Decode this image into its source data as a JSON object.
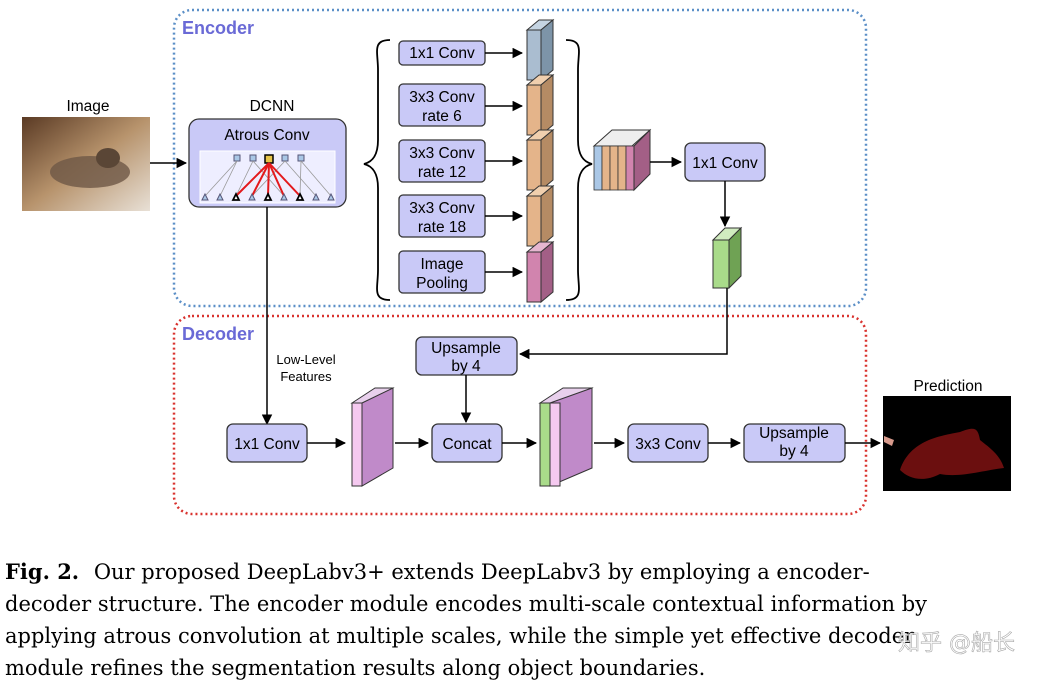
{
  "sections": {
    "encoder": "Encoder",
    "decoder": "Decoder"
  },
  "labels": {
    "image": "Image",
    "dcnn": "DCNN",
    "atrous_conv": "Atrous Conv",
    "prediction": "Prediction",
    "low_level_1": "Low-Level",
    "low_level_2": "Features"
  },
  "aspp": [
    {
      "line1": "1x1 Conv",
      "line2": ""
    },
    {
      "line1": "3x3 Conv",
      "line2": "rate 6"
    },
    {
      "line1": "3x3 Conv",
      "line2": "rate 12"
    },
    {
      "line1": "3x3 Conv",
      "line2": "rate 18"
    },
    {
      "line1": "Image",
      "line2": "Pooling"
    }
  ],
  "encoder_out": "1x1 Conv",
  "decoder": {
    "upsample_top_1": "Upsample",
    "upsample_top_2": "by 4",
    "conv1x1": "1x1 Conv",
    "concat": "Concat",
    "conv3x3": "3x3 Conv",
    "upsample_1": "Upsample",
    "upsample_2": "by 4"
  },
  "caption": {
    "lead": "Fig. 2.",
    "line1": "Our proposed DeepLabv3+ extends DeepLabv3 by employing a encoder-",
    "line2": "decoder structure. The encoder module encodes multi-scale contextual information by",
    "line3": "applying atrous convolution at multiple scales, while the simple yet effective decoder",
    "line4": "module refines the segmentation results along object boundaries.",
    "watermark": "知乎 @船长"
  },
  "colors": {
    "encoder_border": "#5b8fc7",
    "decoder_border": "#d9332f",
    "section_title": "#6a6ad6",
    "box_fill": "#c9c9f7",
    "cube_blue": "#aabdd0",
    "cube_orange": "#e4b48a",
    "cube_pink": "#d184ae",
    "cube_green": "#a9db8a",
    "cube_purple": "#d0a4d8"
  }
}
